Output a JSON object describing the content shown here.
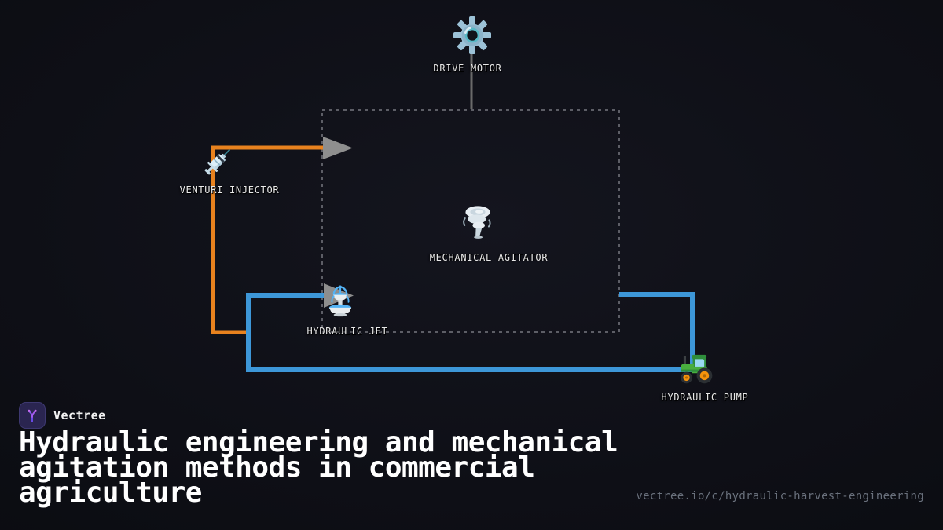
{
  "diagram": {
    "nodes": [
      {
        "label": "DRIVE MOTOR",
        "icon": "gear-icon"
      },
      {
        "label": "VENTURI INJECTOR",
        "icon": "syringe-icon"
      },
      {
        "label": "MECHANICAL AGITATOR",
        "icon": "tornado-icon"
      },
      {
        "label": "HYDRAULIC JET",
        "icon": "fountain-icon"
      },
      {
        "label": "HYDRAULIC PUMP",
        "icon": "tractor-icon"
      }
    ],
    "colors": {
      "injector-line": "#E8821E",
      "pump-line": "#3D97D8",
      "motor-line": "#6A6A6A",
      "container-border": "#5D5E66",
      "arrow": "#8E8E8E",
      "brand-accent": "#8A5BF0"
    }
  },
  "footer": {
    "brand": "Vectree",
    "title_lines": [
      "Hydraulic engineering and mechanical",
      "agitation methods in commercial",
      "agriculture"
    ],
    "url": "vectree.io/c/hydraulic-harvest-engineering"
  }
}
